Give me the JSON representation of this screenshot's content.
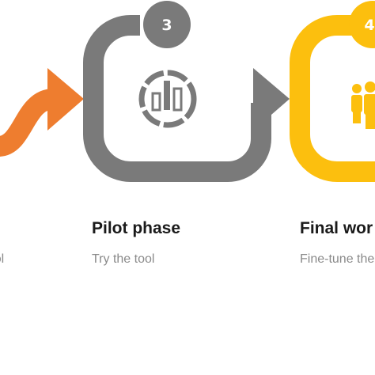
{
  "colors": {
    "step2": "#ee7d2f",
    "step3": "#7a7a7a",
    "step4": "#fcbf0e"
  },
  "steps": [
    {
      "number": "",
      "title": "p",
      "description": "e tool",
      "icon": "none"
    },
    {
      "number": "3",
      "title": "Pilot phase",
      "description": "Try the tool",
      "icon": "bar-chart-ring-icon"
    },
    {
      "number": "4",
      "title": "Final wor",
      "description": "Fine-tune the tool",
      "icon": "people-group-icon"
    }
  ]
}
